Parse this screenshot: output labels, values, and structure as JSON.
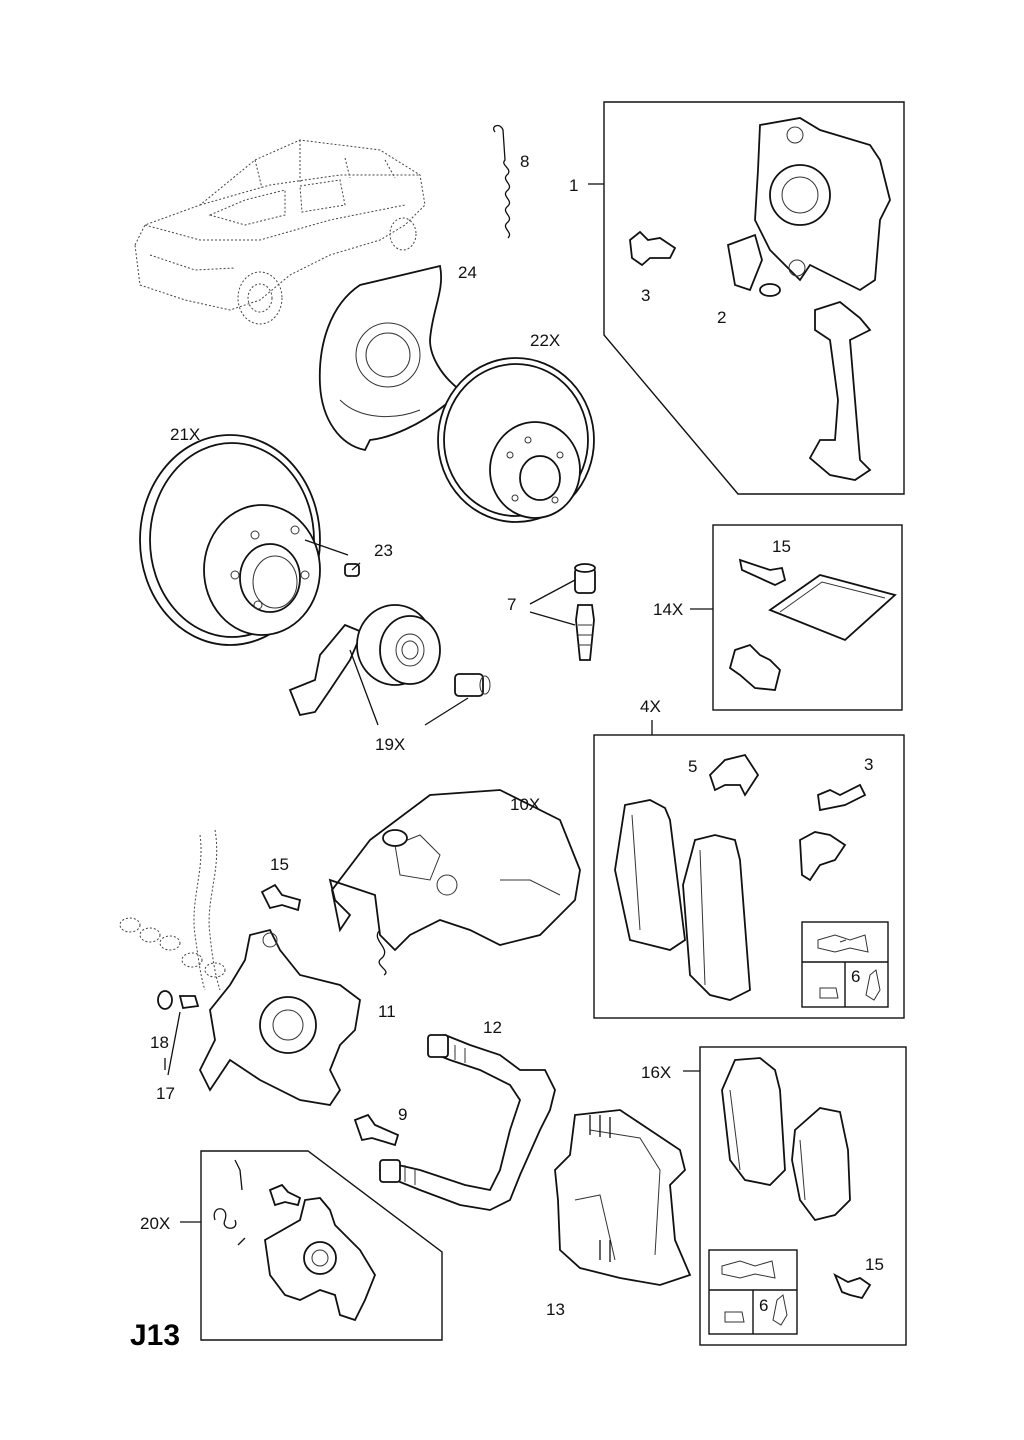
{
  "diagram": {
    "sheet_code": "J13",
    "callouts": {
      "c1": "1",
      "c2": "2",
      "c3": "3",
      "c8": "8",
      "c24": "24",
      "c22x": "22X",
      "c21x": "21X",
      "c23": "23",
      "c7": "7",
      "c15a": "15",
      "c14x": "14X",
      "c19x": "19X",
      "c4x": "4X",
      "c5": "5",
      "c3b": "3",
      "c10x": "10X",
      "c15b": "15",
      "c11": "11",
      "c18": "18",
      "c17": "17",
      "c12": "12",
      "c9": "9",
      "c16x": "16X",
      "c20x": "20X",
      "c13": "13",
      "c15c": "15",
      "c6a": "6",
      "c6b": "6"
    }
  }
}
